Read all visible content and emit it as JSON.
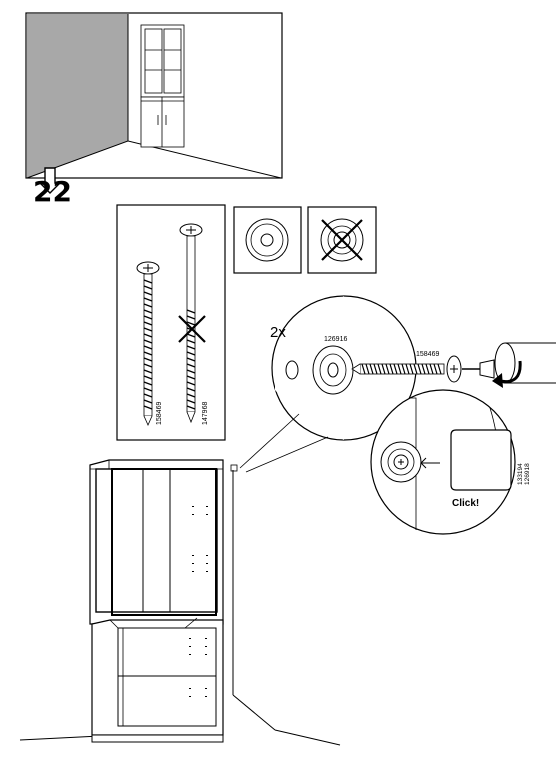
{
  "step": {
    "number": "22"
  },
  "quantity": "2x",
  "parts": {
    "screw_correct": "158469",
    "screw_wrong": "147968",
    "washer": "126916",
    "screw": "158469",
    "caps": [
      "133194",
      "126918"
    ]
  },
  "click_label": "Click!",
  "icons": [
    "scene-overview",
    "next-step-arrow",
    "screwdriver-icon",
    "rotate-clockwise-icon",
    "cross-mark-icon"
  ]
}
